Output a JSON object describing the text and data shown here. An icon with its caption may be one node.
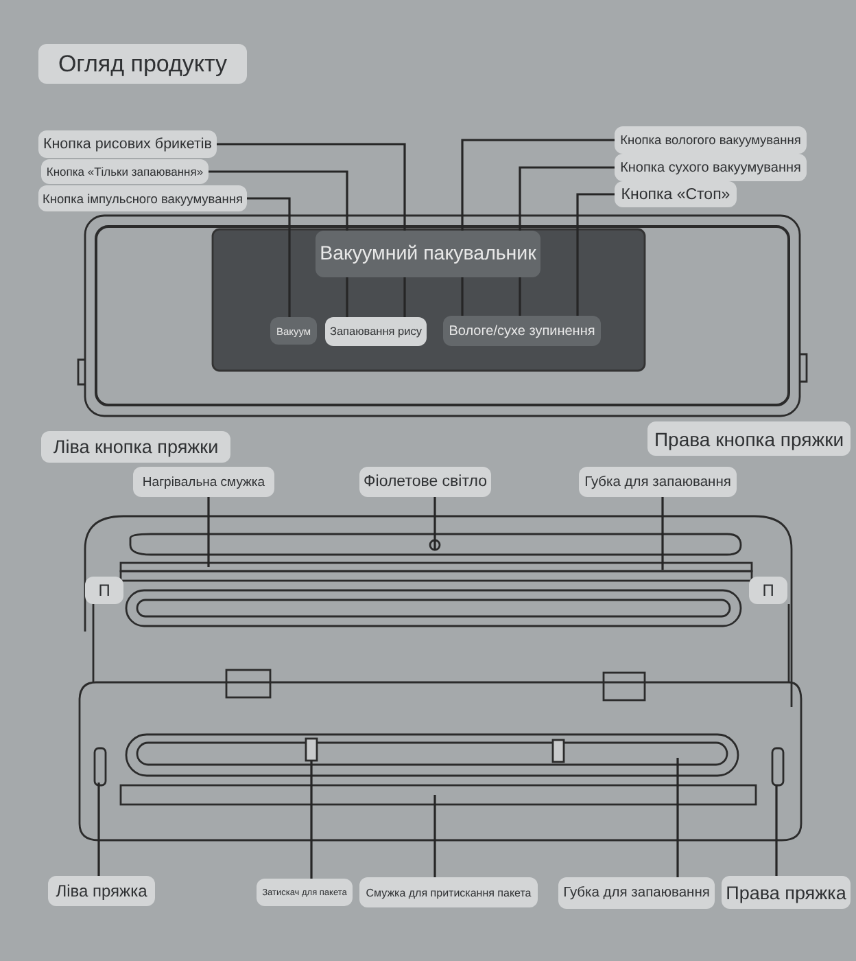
{
  "diagram": {
    "nodes": [
      {
        "text": [
          "Огляд продукту"
        ]
      },
      {
        "text": [
          "Кнопка рисових брикетів"
        ]
      },
      {
        "text": [
          "Кнопка «Тільки запаювання»"
        ]
      },
      {
        "text": [
          "Кнопка імпульсного вакуумування"
        ]
      },
      {
        "text": [
          "Кнопка вологого вакуумування"
        ]
      },
      {
        "text": [
          "Кнопка сухого вакуумування"
        ]
      },
      {
        "text": [
          "Кнопка «Стоп»"
        ]
      },
      {
        "text": [
          "Вакуумний пакувальник"
        ]
      },
      {
        "text": [
          "Вакуум"
        ]
      },
      {
        "text": [
          "Запаювання рису"
        ]
      },
      {
        "text": [
          "Вологе/сухе зупинення"
        ]
      },
      {
        "text": [
          "Ліва кнопка пряжки"
        ]
      },
      {
        "text": [
          "Права кнопка пряжки"
        ]
      },
      {
        "text": [
          "Нагрівальна смужка"
        ]
      },
      {
        "text": [
          "Фіолетове світло"
        ]
      },
      {
        "text": [
          "Губка для запаювання"
        ]
      },
      {
        "text": [
          "П"
        ]
      },
      {
        "text": [
          "П"
        ]
      },
      {
        "text": [
          "Ліва пряжка"
        ]
      },
      {
        "text": [
          "Затискач для пакета"
        ]
      },
      {
        "text": [
          "Смужка для притискання пакета"
        ]
      },
      {
        "text": [
          "Губка для запаювання"
        ]
      },
      {
        "text": [
          "Права пряжка"
        ]
      }
    ],
    "edges": [
      {
        "from": 3,
        "to": 8,
        "arrow": "none"
      },
      {
        "from": 2,
        "to": 9,
        "arrow": "none"
      },
      {
        "from": 1,
        "to": 9,
        "arrow": "none"
      },
      {
        "from": 4,
        "to": 10,
        "arrow": "none"
      },
      {
        "from": 5,
        "to": 10,
        "arrow": "none"
      },
      {
        "from": 6,
        "to": 10,
        "arrow": "none"
      },
      {
        "from": 13,
        "to": null,
        "arrow": "none"
      },
      {
        "from": 14,
        "to": null,
        "arrow": "none"
      },
      {
        "from": 15,
        "to": null,
        "arrow": "none"
      },
      {
        "from": 18,
        "to": null,
        "arrow": "none"
      },
      {
        "from": 19,
        "to": null,
        "arrow": "none"
      },
      {
        "from": 20,
        "to": null,
        "arrow": "none"
      },
      {
        "from": 21,
        "to": null,
        "arrow": "none"
      },
      {
        "from": 22,
        "to": null,
        "arrow": "none"
      }
    ]
  }
}
